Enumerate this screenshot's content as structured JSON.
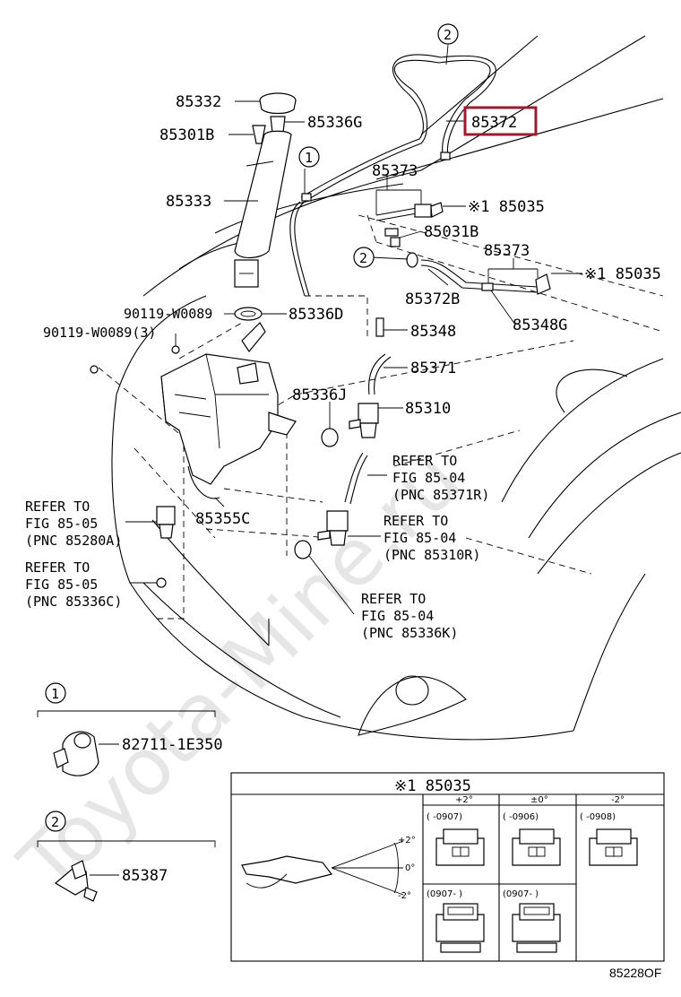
{
  "watermark": "Toyota-Mine.ru",
  "labels": {
    "p85332": "85332",
    "p85301B": "85301B",
    "p85336G": "85336G",
    "p85333": "85333",
    "p85372": "85372",
    "p85373a": "85373",
    "p85035a": "※1 85035",
    "p85031B": "85031B",
    "p85373b": "85373",
    "p85035b": "※1 85035",
    "p85372B": "85372B",
    "p85348G": "85348G",
    "p90119a": "90119-W0089",
    "p85336D": "85336D",
    "p90119b": "90119-W0089(3)",
    "p85348": "85348",
    "p85371": "85371",
    "p85336J": "85336J",
    "p85310": "85310",
    "p85355C": "85355C",
    "p82711": "82711-1E350",
    "p85387": "85387",
    "callout1": "1",
    "callout2": "2"
  },
  "refs": {
    "r1": [
      "REFER TO",
      "FIG 85-04",
      "(PNC 85371R)"
    ],
    "r2": [
      "REFER TO",
      "FIG 85-04",
      "(PNC 85310R)"
    ],
    "r3": [
      "REFER TO",
      "FIG 85-04",
      "(PNC 85336K)"
    ],
    "r4": [
      "REFER TO",
      "FIG 85-05",
      "(PNC 85280A)"
    ],
    "r5": [
      "REFER TO",
      "FIG 85-05",
      "(PNC 85336C)"
    ]
  },
  "table": {
    "title": "※1 85035",
    "col_headers": [
      "+2°",
      "±0°",
      "-2°"
    ],
    "row1_dates": [
      "(      -0907)",
      "(      -0906)",
      "(      -0908)"
    ],
    "row2_dates": [
      "(0907-      )",
      "(0907-      )"
    ],
    "angles": [
      "+2°",
      "0°",
      "-2°"
    ]
  },
  "diagram_code": "85228OF",
  "colors": {
    "highlight": "#9b1b30",
    "line": "#000000"
  }
}
